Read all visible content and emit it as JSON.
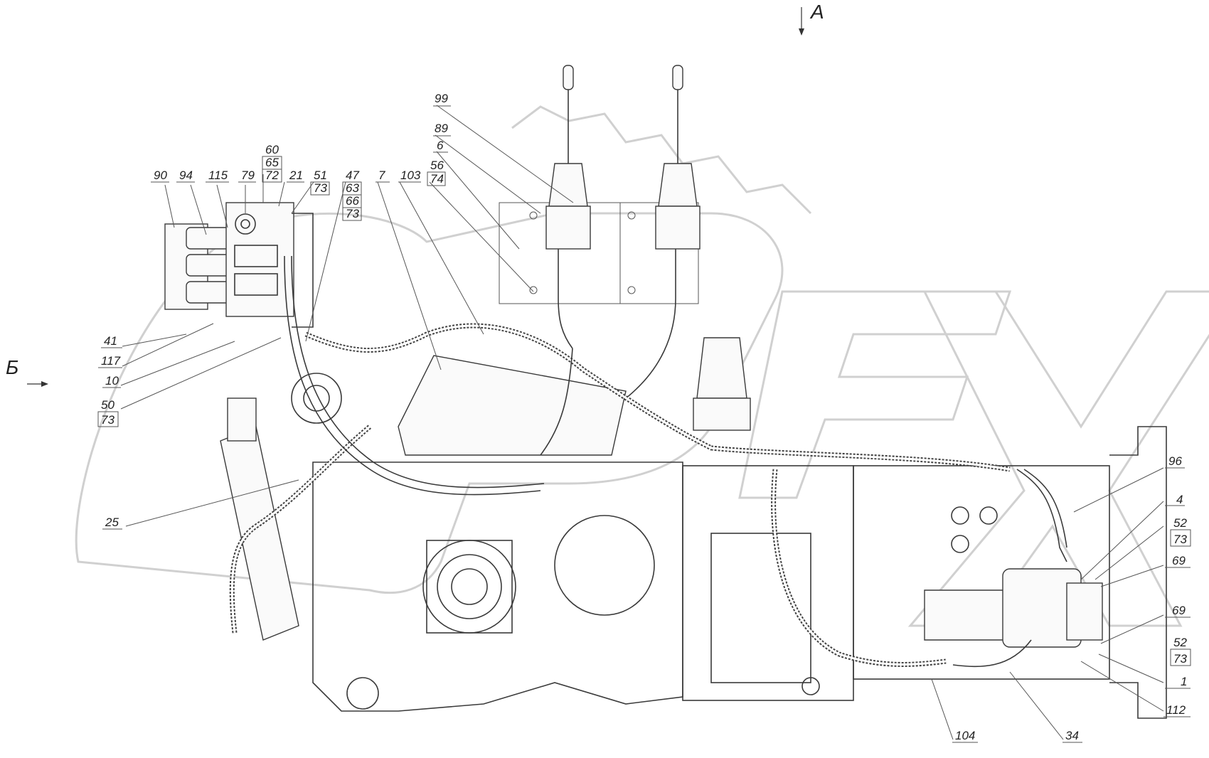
{
  "view_labels": {
    "view_a": "А",
    "view_b": "Б"
  },
  "callouts": [
    {
      "id": "c99",
      "text": "99"
    },
    {
      "id": "c89",
      "text": "89"
    },
    {
      "id": "c6",
      "text": "6"
    },
    {
      "id": "c56",
      "text": "56"
    },
    {
      "id": "c74",
      "text": "74"
    },
    {
      "id": "c103",
      "text": "103"
    },
    {
      "id": "c7",
      "text": "7"
    },
    {
      "id": "c47",
      "text": "47"
    },
    {
      "id": "c63",
      "text": "63"
    },
    {
      "id": "c66",
      "text": "66"
    },
    {
      "id": "c73a",
      "text": "73"
    },
    {
      "id": "c51",
      "text": "51"
    },
    {
      "id": "c73b",
      "text": "73"
    },
    {
      "id": "c21",
      "text": "21"
    },
    {
      "id": "c60",
      "text": "60"
    },
    {
      "id": "c65",
      "text": "65"
    },
    {
      "id": "c72",
      "text": "72"
    },
    {
      "id": "c79",
      "text": "79"
    },
    {
      "id": "c115",
      "text": "115"
    },
    {
      "id": "c94",
      "text": "94"
    },
    {
      "id": "c90",
      "text": "90"
    },
    {
      "id": "c41",
      "text": "41"
    },
    {
      "id": "c117",
      "text": "117"
    },
    {
      "id": "c10",
      "text": "10"
    },
    {
      "id": "c50",
      "text": "50"
    },
    {
      "id": "c73c",
      "text": "73"
    },
    {
      "id": "c25",
      "text": "25"
    },
    {
      "id": "c96",
      "text": "96"
    },
    {
      "id": "c4",
      "text": "4"
    },
    {
      "id": "c52a",
      "text": "52"
    },
    {
      "id": "c73d",
      "text": "73"
    },
    {
      "id": "c69a",
      "text": "69"
    },
    {
      "id": "c69b",
      "text": "69"
    },
    {
      "id": "c52b",
      "text": "52"
    },
    {
      "id": "c73e",
      "text": "73"
    },
    {
      "id": "c1",
      "text": "1"
    },
    {
      "id": "c112",
      "text": "112"
    },
    {
      "id": "c104",
      "text": "104"
    },
    {
      "id": "c34",
      "text": "34"
    }
  ]
}
